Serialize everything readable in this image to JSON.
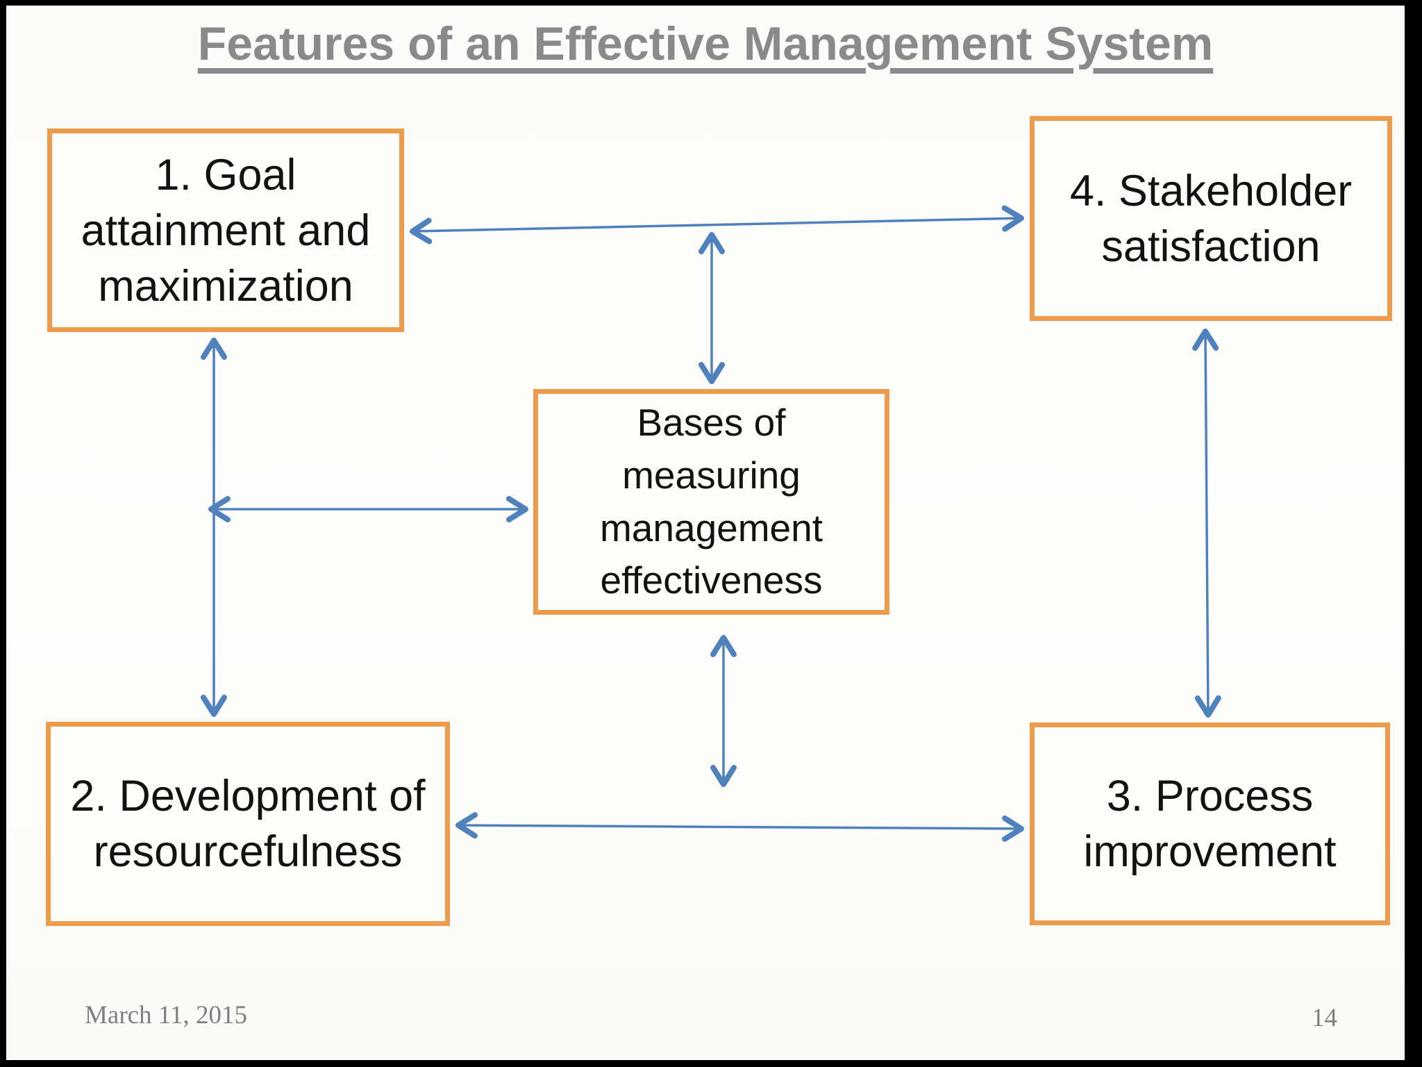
{
  "slide": {
    "title": "Features of an Effective Management System",
    "boxes": [
      {
        "id": "goal",
        "label": "1. Goal attainment and maximization"
      },
      {
        "id": "stakeholder",
        "label": "4. Stakeholder satisfaction"
      },
      {
        "id": "bases",
        "label": "Bases of measuring management effectiveness"
      },
      {
        "id": "development",
        "label": "2. Development of resourcefulness"
      },
      {
        "id": "process",
        "label": "3. Process improvement"
      }
    ],
    "connections": [
      {
        "from": "1. Goal attainment and maximization",
        "to": "4. Stakeholder satisfaction",
        "type": "double-arrow"
      },
      {
        "from": "goal-stakeholder link",
        "to": "Bases of measuring management effectiveness",
        "type": "double-arrow"
      },
      {
        "from": "1. Goal attainment and maximization",
        "to": "2. Development of resourcefulness",
        "type": "double-arrow"
      },
      {
        "from": "goal-development link",
        "to": "Bases of measuring management effectiveness",
        "type": "double-arrow"
      },
      {
        "from": "Bases of measuring management effectiveness",
        "to": "development-process link",
        "type": "double-arrow"
      },
      {
        "from": "2. Development of resourcefulness",
        "to": "3. Process improvement",
        "type": "double-arrow"
      },
      {
        "from": "4. Stakeholder satisfaction",
        "to": "3. Process improvement",
        "type": "double-arrow"
      }
    ],
    "footer": {
      "date": "March 11, 2015",
      "page_number": "14"
    },
    "colors": {
      "box_border": "#ed9b4c",
      "box_fill": "#fcfcf9",
      "arrow": "#4f81bd",
      "title_text": "#8a8a8a",
      "body_text": "#121212",
      "footer_text": "#7f7f7f",
      "frame": "#000000"
    }
  }
}
